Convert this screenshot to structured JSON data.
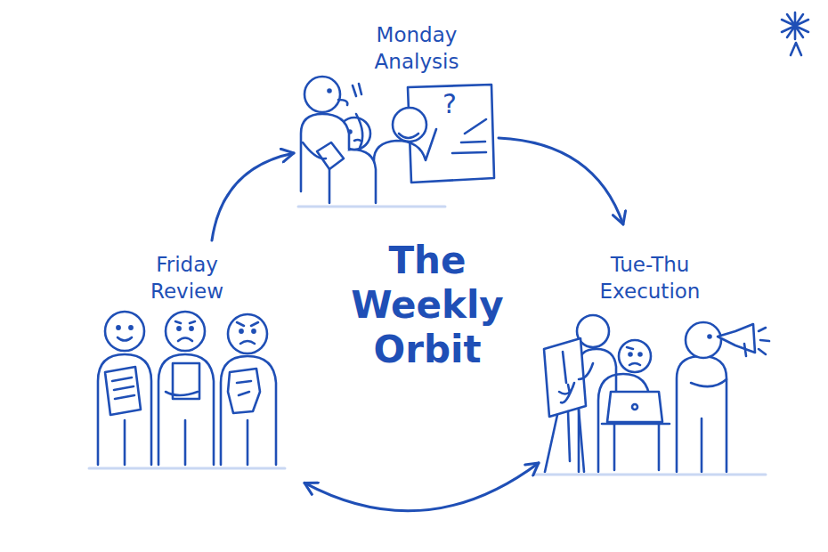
{
  "diagram": {
    "title": "The Weekly Orbit",
    "nodes": [
      {
        "text": [
          "Monday Analysis"
        ]
      },
      {
        "text": [
          "Tue-Thu Execution"
        ]
      },
      {
        "text": [
          "Friday Review"
        ]
      }
    ],
    "edges": [
      {
        "from": 0,
        "to": 1,
        "arrow": "to"
      },
      {
        "from": 2,
        "to": 0,
        "arrow": "to"
      },
      {
        "from": 1,
        "to": 2,
        "arrow": "both"
      }
    ],
    "labels": [
      "?"
    ]
  }
}
